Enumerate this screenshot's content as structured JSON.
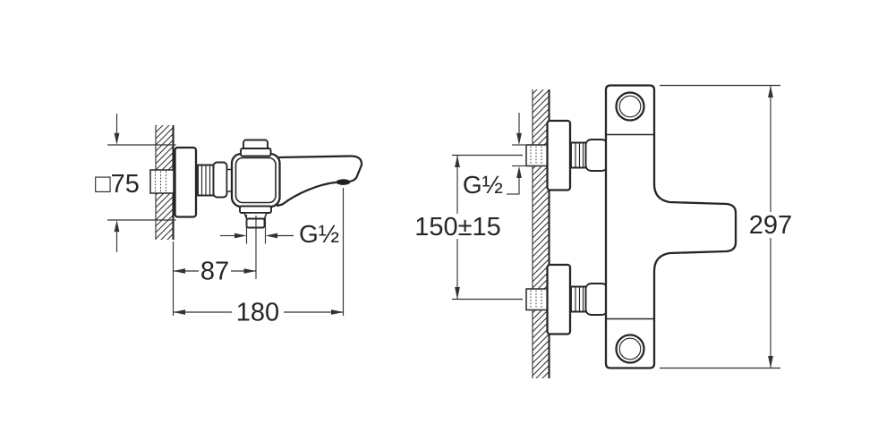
{
  "drawing": {
    "side_view": {
      "flange_size": "□75",
      "wall_to_outlet": "87",
      "wall_to_spout_tip": "180",
      "outlet_thread": "G½"
    },
    "top_view": {
      "inlet_thread": "G½",
      "inlet_spacing": "150±15",
      "overall_width": "297"
    },
    "colors": {
      "line": "#262626",
      "dimension": "#333333",
      "background": "#ffffff"
    }
  }
}
